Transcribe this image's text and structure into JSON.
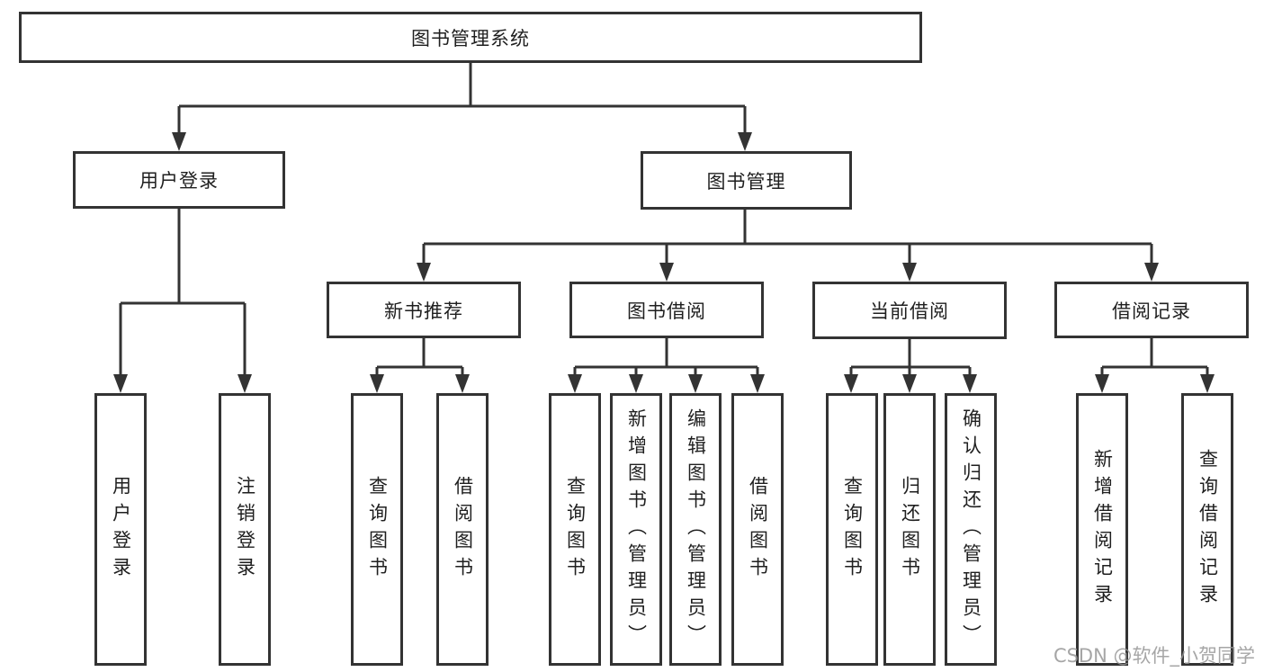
{
  "diagram": {
    "root": {
      "label": "图书管理系统"
    },
    "branches": [
      {
        "label": "用户登录",
        "children": [
          {
            "label": "用户登录"
          },
          {
            "label": "注销登录"
          }
        ]
      },
      {
        "label": "图书管理",
        "children": [
          {
            "label": "新书推荐",
            "children": [
              {
                "label": "查询图书"
              },
              {
                "label": "借阅图书"
              }
            ]
          },
          {
            "label": "图书借阅",
            "children": [
              {
                "label": "查询图书"
              },
              {
                "label": "新增图书（管理员）"
              },
              {
                "label": "编辑图书（管理员）"
              },
              {
                "label": "借阅图书"
              }
            ]
          },
          {
            "label": "当前借阅",
            "children": [
              {
                "label": "查询图书"
              },
              {
                "label": "归还图书"
              },
              {
                "label": "确认归还（管理员）"
              }
            ]
          },
          {
            "label": "借阅记录",
            "children": [
              {
                "label": "新增借阅记录"
              },
              {
                "label": "查询借阅记录"
              }
            ]
          }
        ]
      }
    ]
  },
  "watermark": "CSDN @软件_小贺同学",
  "colors": {
    "line": "#333333",
    "box_border": "#333333",
    "text": "#1f1f1f",
    "watermark": "#969696",
    "background": "#ffffff"
  }
}
